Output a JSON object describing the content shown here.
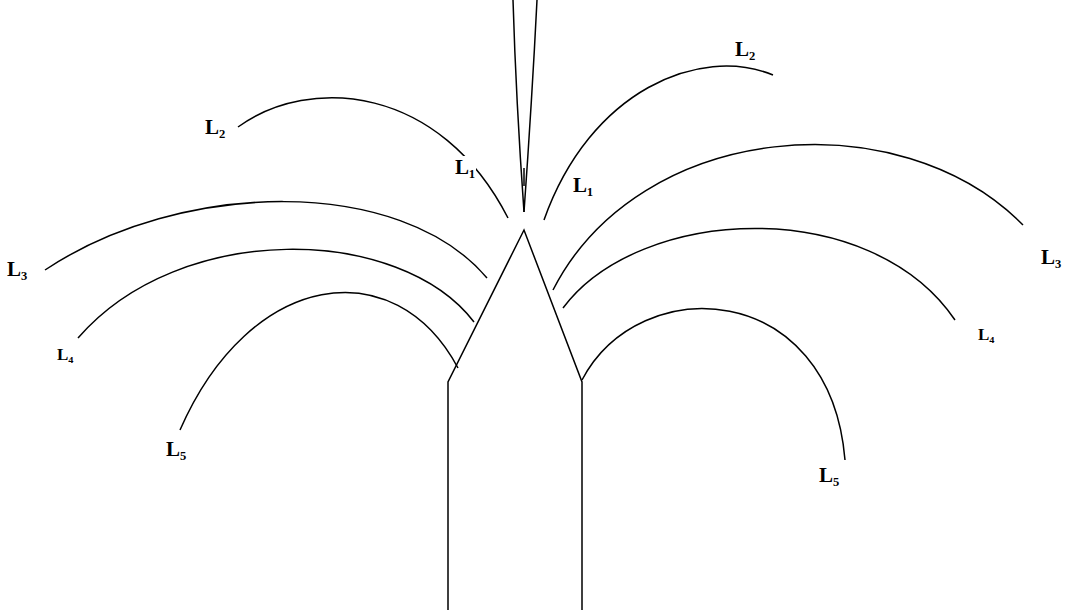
{
  "diagram": {
    "labels": [
      "L₂",
      "L₁",
      "L₁",
      "L₂",
      "L₃",
      "L₃",
      "L₄",
      "L₄",
      "L₅",
      "L₅"
    ]
  }
}
